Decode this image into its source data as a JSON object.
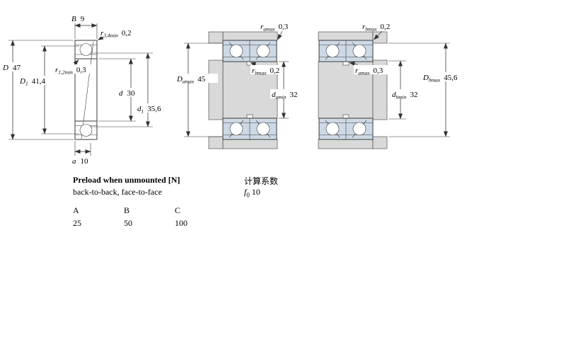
{
  "figures": {
    "left": {
      "dims": {
        "B": {
          "label": "B",
          "value": "9"
        },
        "r34": {
          "label": "r",
          "sub": "3,4min",
          "value": "0,2"
        },
        "D": {
          "label": "D",
          "value": "47"
        },
        "D1": {
          "label": "D",
          "sub": "1",
          "value": "41,4"
        },
        "r12": {
          "label": "r",
          "sub": "1,2min",
          "value": "0,3"
        },
        "d": {
          "label": "d",
          "value": "30"
        },
        "d1": {
          "label": "d",
          "sub": "1",
          "value": "35,6"
        },
        "a": {
          "label": "a",
          "value": "10"
        }
      }
    },
    "middle": {
      "dims": {
        "ra": {
          "label": "r",
          "sub": "amax",
          "value": "0,3"
        },
        "Da": {
          "label": "D",
          "sub": "amax",
          "value": "45"
        },
        "rb": {
          "label": "r",
          "sub": "bmax",
          "value": "0,2"
        },
        "da": {
          "label": "d",
          "sub": "amin",
          "value": "32"
        }
      }
    },
    "right": {
      "dims": {
        "rb": {
          "label": "r",
          "sub": "bmax",
          "value": "0,2"
        },
        "ra": {
          "label": "r",
          "sub": "amax",
          "value": "0,3"
        },
        "Db": {
          "label": "D",
          "sub": "bmax",
          "value": "45,6"
        },
        "db": {
          "label": "d",
          "sub": "bmin",
          "value": "32"
        }
      }
    }
  },
  "preload": {
    "title": "Preload when unmounted [N]",
    "subtitle": "back-to-back, face-to-face",
    "columns": [
      "A",
      "B",
      "C"
    ],
    "values": [
      "25",
      "50",
      "100"
    ]
  },
  "factors": {
    "title": "计算系数",
    "f0": {
      "label": "f",
      "sub": "0",
      "value": "10"
    }
  },
  "colors": {
    "ring_fill": "#cdd9e5",
    "metal_fill": "#d9d9d9",
    "line": "#333333"
  }
}
